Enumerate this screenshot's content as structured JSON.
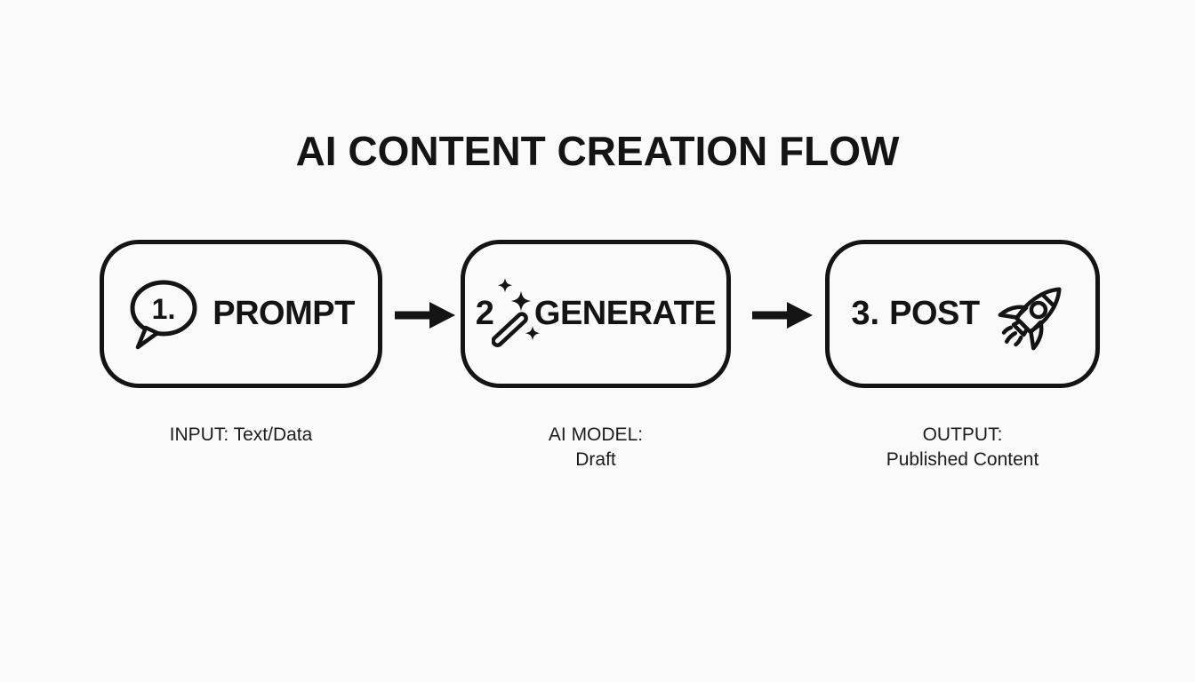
{
  "title": "AI CONTENT CREATION FLOW",
  "steps": [
    {
      "number": "1.",
      "label": "PROMPT",
      "icon": "speech-bubble",
      "caption": {
        "line1": "INPUT: Text/Data",
        "line2": ""
      }
    },
    {
      "number": "2",
      "label": "GENERATE",
      "icon": "magic-wand-sparkles",
      "caption": {
        "line1": "AI MODEL:",
        "line2": "Draft"
      }
    },
    {
      "number": "3.",
      "label": "POST",
      "icon": "rocket",
      "caption": {
        "line1": "OUTPUT:",
        "line2": "Published Content"
      }
    }
  ],
  "colors": {
    "background": "#fafafa",
    "ink": "#141414"
  }
}
